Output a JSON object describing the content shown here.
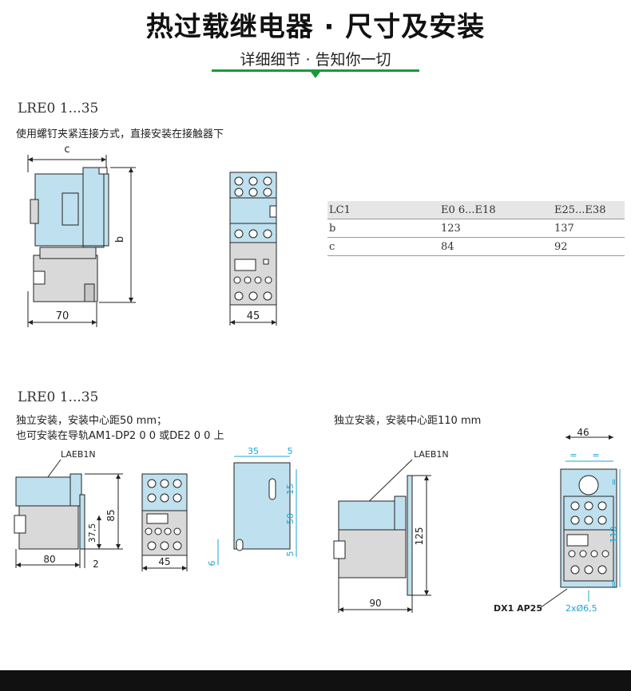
{
  "header": {
    "title": "热过载继电器 · 尺寸及安装",
    "subtitle": "详细细节 · 告知你一切",
    "accent_color": "#1a9a3a"
  },
  "section1": {
    "model": "LRE0 1...35",
    "description": "使用螺钉夹紧连接方式，直接安装在接触器下",
    "side_view": {
      "dim_c": "c",
      "dim_b": "b",
      "dim_70": "70"
    },
    "front_view": {
      "dim_45": "45"
    },
    "table": {
      "headers": [
        "LC1",
        "E0 6...E18",
        "E25...E38"
      ],
      "rows": [
        [
          "b",
          "123",
          "137"
        ],
        [
          "c",
          "84",
          "92"
        ]
      ]
    }
  },
  "section2": {
    "model": "LRE0 1...35",
    "description_left": [
      "独立安装，安装中心距50 mm；",
      "也可安装在导轨AM1-DP2 0 0 或DE2 0 0 上"
    ],
    "description_right": "独立安装，安装中心距110 mm",
    "left_side": {
      "label": "LAEB1N",
      "dim_85": "85",
      "dim_37_5": "37,5",
      "dim_80": "80",
      "dim_2": "2"
    },
    "left_front": {
      "dim_45": "45"
    },
    "plate": {
      "dim_35": "35",
      "dim_5_top": "5",
      "dim_15": "15",
      "dim_50": "50",
      "dim_5_bottom": "5",
      "dim_6": "6"
    },
    "right_side": {
      "label": "LAEB1N",
      "dim_125": "125",
      "dim_90": "90"
    },
    "right_front": {
      "dim_46": "46",
      "eq1": "=",
      "eq2": "=",
      "eq3": "=",
      "eq4": "=",
      "dim_110": "110",
      "label_rail": "DX1 AP25",
      "label_hole": "2xØ6,5"
    }
  },
  "colors": {
    "device_blue": "#bfe0ee",
    "device_gray": "#d9d9d9",
    "cyan_dim": "#1aa6d6",
    "line": "#222222"
  }
}
